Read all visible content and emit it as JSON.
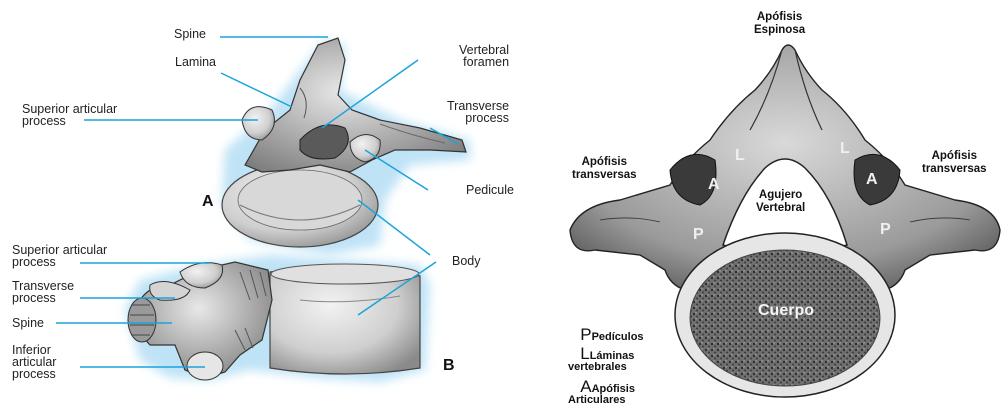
{
  "left_figure": {
    "labels_a": {
      "spine": "Spine",
      "lamina": "Lamina",
      "superior_articular": "Superior articular\nprocess",
      "vertebral_foramen": "Vertebral\nforamen",
      "transverse": "Transverse\nprocess",
      "pedicule": "Pedicule",
      "body": "Body",
      "panel_letter": "A"
    },
    "labels_b": {
      "superior_articular": "Superior articular\nprocess",
      "transverse": "Transverse\nprocess",
      "spine": "Spine",
      "inferior_articular": "Inferior\narticular\nprocess",
      "panel_letter": "B"
    },
    "leader_color": "#1ba3dc",
    "glow_color": "#bfe3f6"
  },
  "right_figure": {
    "apofisis_espinosa": "Apófisis\nEspinosa",
    "apofisis_transversas_left": "Apófisis\ntransversas",
    "apofisis_transversas_right": "Apófisis\ntransversas",
    "agujero_vertebral": "Agujero\nVertebral",
    "cuerpo": "Cuerpo",
    "letters": {
      "L": "L",
      "A": "A",
      "P": "P"
    },
    "legend": [
      {
        "letter": "P",
        "text": "Pedículos"
      },
      {
        "letter": "L",
        "text": "Láminas\nvertebrales"
      },
      {
        "letter": "A",
        "text": "Apófisis\nArticulares"
      }
    ]
  }
}
